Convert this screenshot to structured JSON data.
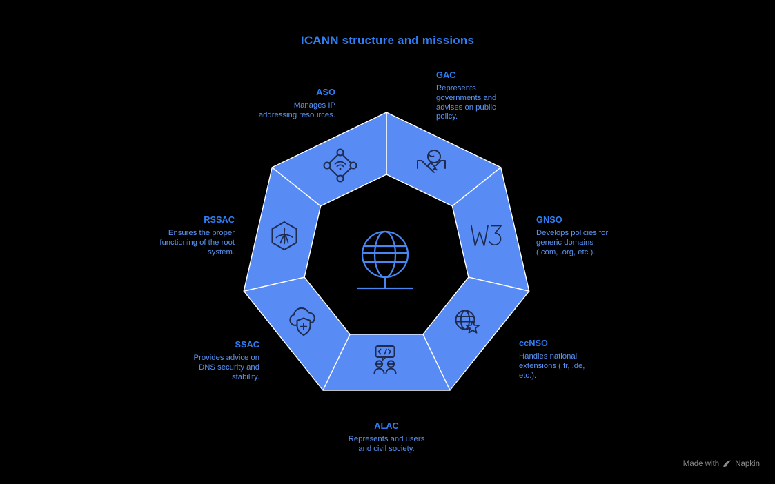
{
  "title": "ICANN structure and missions",
  "attribution": {
    "prefix": "Made with",
    "brand": "Napkin"
  },
  "center": {
    "icon": "globe-stand-icon"
  },
  "colors": {
    "background": "#000000",
    "segment": "#588bf4",
    "segment_border": "#ffffff",
    "title": "#2f7ef5",
    "heading": "#2f7ef5",
    "description": "#5a93f2",
    "icon_stroke": "#1d2b4f",
    "center_icon": "#4a86f2",
    "attribution": "#8a8a8a"
  },
  "sections": [
    {
      "id": "gac",
      "name": "GAC",
      "icon": "handshake-globe-icon",
      "description": "Represents\ngovernments and\nadvises on public\npolicy."
    },
    {
      "id": "gnso",
      "name": "GNSO",
      "icon": "w3-icon",
      "description": "Develops policies for\ngeneric domains\n(.com, .org, etc.)."
    },
    {
      "id": "ccnso",
      "name": "ccNSO",
      "icon": "globe-star-icon",
      "description": "Handles national\nextensions (.fr, .de,\netc.)."
    },
    {
      "id": "alac",
      "name": "ALAC",
      "icon": "community-chat-icon",
      "description": "Represents and users\nand civil society."
    },
    {
      "id": "ssac",
      "name": "SSAC",
      "icon": "cloud-shield-icon",
      "description": "Provides advice on\nDNS security and\nstability."
    },
    {
      "id": "rssac",
      "name": "RSSAC",
      "icon": "root-system-icon",
      "description": "Ensures the proper\nfunctioning of the root\nsystem."
    },
    {
      "id": "aso",
      "name": "ASO",
      "icon": "network-nodes-icon",
      "description": "Manages IP\naddressing resources."
    }
  ]
}
